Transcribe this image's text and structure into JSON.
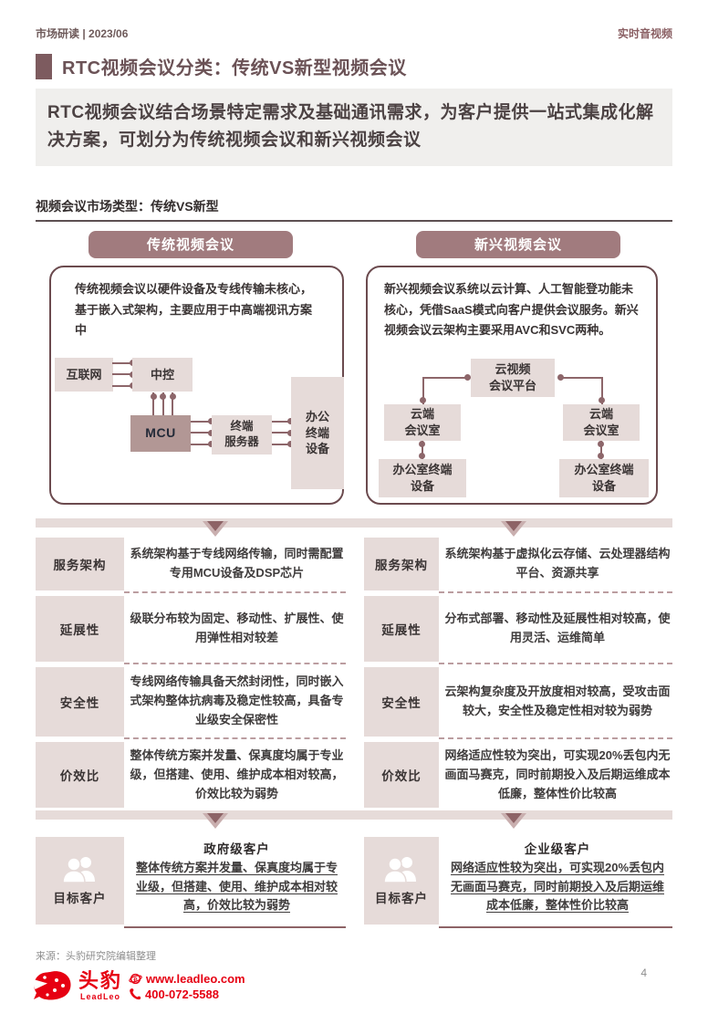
{
  "header": {
    "left": "市场研读 | 2023/06",
    "right": "实时音视频"
  },
  "title": "RTC视频会议分类：传统VS新型视频会议",
  "summary": "RTC视频会议结合场景特定需求及基础通讯需求，为客户提供一站式集成化解决方案，可划分为传统视频会议和新兴视频会议",
  "section_label": "视频会议市场类型：传统VS新型",
  "traditional": {
    "pill": "传统视频会议",
    "description": "传统视频会议以硬件设备及专线传输未核心，基于嵌入式架构，主要应用于中高端视讯方案中",
    "diagram": {
      "internet": "互联网",
      "control": "中控",
      "mcu": "MCU",
      "terminal_server": "终端\n服务器",
      "office_terminal": "办公\n终端\n设备"
    },
    "rows": [
      {
        "label": "服务架构",
        "text": "系统架构基于专线网络传输，同时需配置专用MCU设备及DSP芯片"
      },
      {
        "label": "延展性",
        "text": "级联分布较为固定、移动性、扩展性、使用弹性相对较差"
      },
      {
        "label": "安全性",
        "text": "专线网络传输具备天然封闭性，同时嵌入式架构整体抗病毒及稳定性较高，具备专业级安全保密性"
      },
      {
        "label": "价效比",
        "text": "整体传统方案并发量、保真度均属于专业级，但搭建、使用、维护成本相对较高，价效比较为弱势"
      }
    ],
    "target": {
      "label": "目标客户",
      "title": "政府级客户",
      "text": "整体传统方案并发量、保真度均属于专业级，但搭建、使用、维护成本相对较高，价效比较为弱势"
    }
  },
  "emerging": {
    "pill": "新兴视频会议",
    "description": "新兴视频会议系统以云计算、人工智能登功能未核心，凭借SaaS模式向客户提供会议服务。新兴视频会议云架构主要采用AVC和SVC两种。",
    "diagram": {
      "platform": "云视频\n会议平台",
      "cloud_room_left": "云端\n会议室",
      "cloud_room_right": "云端\n会议室",
      "office_left": "办公室终端\n设备",
      "office_right": "办公室终端\n设备"
    },
    "rows": [
      {
        "label": "服务架构",
        "text": "系统架构基于虚拟化云存储、云处理器结构平台、资源共享"
      },
      {
        "label": "延展性",
        "text": "分布式部署、移动性及延展性相对较高，使用灵活、运维简单"
      },
      {
        "label": "安全性",
        "text": "云架构复杂度及开放度相对较高，受攻击面较大，安全性及稳定性相对较为弱势"
      },
      {
        "label": "价效比",
        "text": "网络适应性较为突出，可实现20%丢包内无画面马赛克，同时前期投入及后期运维成本低廉，整体性价比较高"
      }
    ],
    "target": {
      "label": "目标客户",
      "title": "企业级客户",
      "text": "网络适应性较为突出，可实现20%丢包内无画面马赛克，同时前期投入及后期运维成本低廉，整体性价比较高"
    }
  },
  "footer": {
    "source": "来源：头豹研究院编辑整理",
    "brand": "头豹",
    "brand_sub": "LeadLeo",
    "website": "www.leadleo.com",
    "phone": "400-072-5588",
    "page_number": "4"
  },
  "colors": {
    "accent_maroon": "#6b4a4e",
    "pill": "#a17b7e",
    "light_pink": "#e6dbd9",
    "brand_red": "#e60012"
  }
}
